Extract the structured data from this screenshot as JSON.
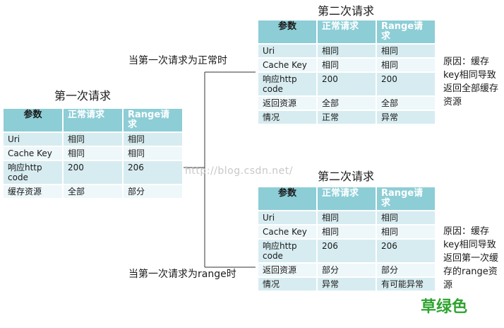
{
  "title_first": "第一次请求",
  "title_second_top": "第二次请求",
  "title_second_bottom": "第二次请求",
  "cond_normal": "当第一次请求为正常时",
  "cond_range": "当第一次请求为range时",
  "watermark": "http://blog.csdn.net/",
  "overlay_text": "草绿色",
  "table_first": {
    "header": [
      "参数",
      "正常请求",
      "Range请求"
    ],
    "rows": [
      [
        "Uri",
        "相同",
        "相同"
      ],
      [
        "Cache Key",
        "相同",
        "相同"
      ],
      [
        "响应http code",
        "200",
        "206"
      ],
      [
        "缓存资源",
        "全部",
        "部分"
      ]
    ]
  },
  "table_top": {
    "header": [
      "参数",
      "正常请求",
      "Range请求"
    ],
    "rows": [
      [
        "Uri",
        "相同",
        "相同"
      ],
      [
        "Cache Key",
        "相同",
        "相同"
      ],
      [
        "响应http code",
        "200",
        "200"
      ],
      [
        "返回资源",
        "全部",
        "全部"
      ],
      [
        "情况",
        "正常",
        "异常"
      ]
    ]
  },
  "table_bottom": {
    "header": [
      "参数",
      "正常请求",
      "Range请求"
    ],
    "rows": [
      [
        "Uri",
        "相同",
        "相同"
      ],
      [
        "Cache Key",
        "相同",
        "相同"
      ],
      [
        "响应http code",
        "206",
        "206"
      ],
      [
        "返回资源",
        "部分",
        "部分"
      ],
      [
        "情况",
        "异常",
        "有可能异常"
      ]
    ]
  },
  "note_top": "原因：缓存key相同导致返回全部缓存资源",
  "note_bottom": "原因：缓存key相同导致返回第一次缓存的range资源"
}
